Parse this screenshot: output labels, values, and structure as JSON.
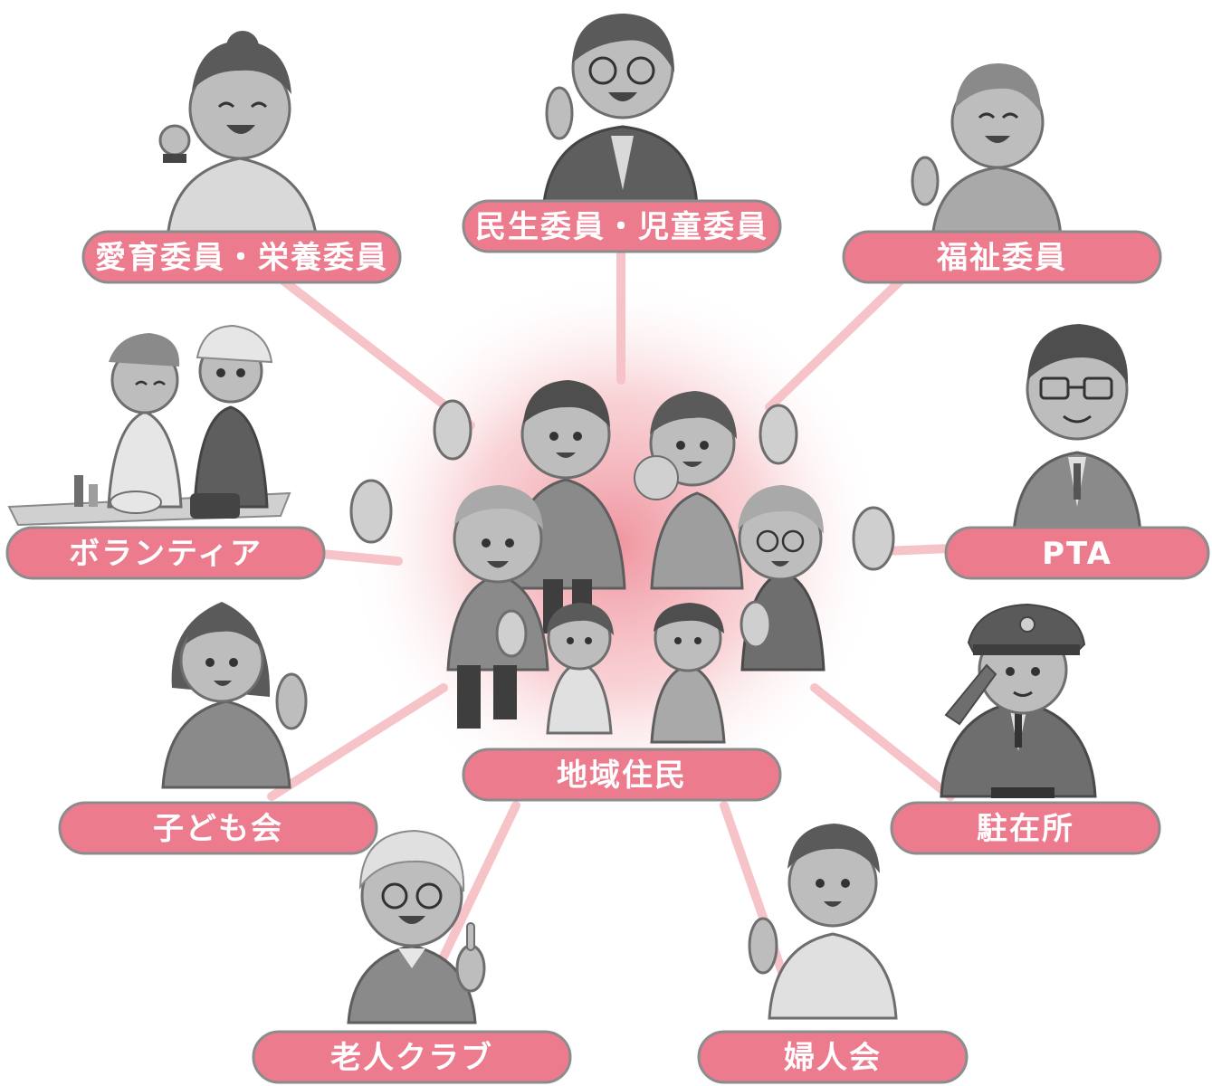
{
  "center": {
    "label": "地域住民"
  },
  "nodes": [
    {
      "id": "aiiku",
      "label": "愛育委員・栄養委員",
      "icon": "woman-fist-icon"
    },
    {
      "id": "minsei",
      "label": "民生委員・児童委員",
      "icon": "woman-glasses-icon"
    },
    {
      "id": "fukushi",
      "label": "福祉委員",
      "icon": "older-woman-icon"
    },
    {
      "id": "volunteer",
      "label": "ボランティア",
      "icon": "cooking-volunteers-icon"
    },
    {
      "id": "pta",
      "label": "PTA",
      "icon": "man-glasses-icon"
    },
    {
      "id": "kodomo",
      "label": "子ども会",
      "icon": "woman-waving-icon"
    },
    {
      "id": "chuzaisho",
      "label": "駐在所",
      "icon": "police-officer-icon"
    },
    {
      "id": "rojin",
      "label": "老人クラブ",
      "icon": "elderly-man-icon"
    },
    {
      "id": "fujin",
      "label": "婦人会",
      "icon": "woman-waving-2-icon"
    }
  ],
  "colors": {
    "label_fill": "#ec7b8e",
    "label_stroke": "#8c8c8c",
    "connector": "#f6c4c8",
    "glow": "#f3a7ae",
    "figure_dark": "#6e6e6e",
    "figure_mid": "#a9a9a9",
    "figure_light": "#d9d9d9"
  }
}
